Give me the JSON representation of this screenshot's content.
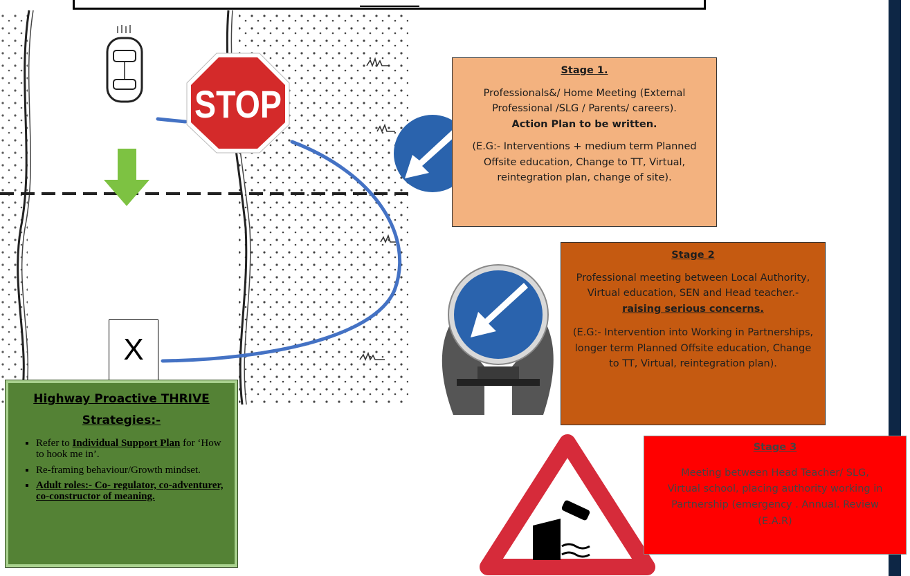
{
  "stop_sign": {
    "text": "STOP"
  },
  "x_marker": {
    "text": "X"
  },
  "stage1": {
    "title": "Stage 1.",
    "line1": "Professionals&/ Home Meeting (External Professional /SLG / Parents/ careers).",
    "action": "Action Plan to be written.",
    "example": "(E.G:- Interventions + medium term Planned Offsite education, Change to TT, Virtual, reintegration plan, change of site)."
  },
  "stage2": {
    "title": "Stage 2",
    "line1": "Professional meeting between Local Authority, Virtual education, SEN and Head teacher.-",
    "concern": "raising serious concerns.",
    "example": "(E.G:- Intervention into Working in Partnerships, longer term Planned Offsite education, Change to TT, Virtual, reintegration plan)."
  },
  "stage3": {
    "title": "Stage 3",
    "line1": "Meeting between Head Teacher/ SLG,",
    "line2": "Virtual school, placing authority working in",
    "line3": "Partnership (emergency . Annual. Review",
    "line4": "(E.A.R)"
  },
  "strategies": {
    "title_line1": "Highway Proactive THRIVE",
    "title_line2": "Strategies:-",
    "item1_prefix": "Refer to ",
    "item1_link": "Individual Support Plan",
    "item1_suffix": " for ‘How to hook me in’.",
    "item2": "Re-framing behaviour/Growth mindset.",
    "item3": "Adult roles:- Co- regulator, co-adventurer, co-constructor of meaning."
  },
  "colors": {
    "stage1": "#f3b27f",
    "stage2": "#c55a11",
    "stage3": "#ff0000",
    "strategies": "#548235",
    "route": "#4472c4",
    "arrow": "#7dc242",
    "stop": "#d42a2a",
    "keep_left_sign": "#2a63ad"
  }
}
